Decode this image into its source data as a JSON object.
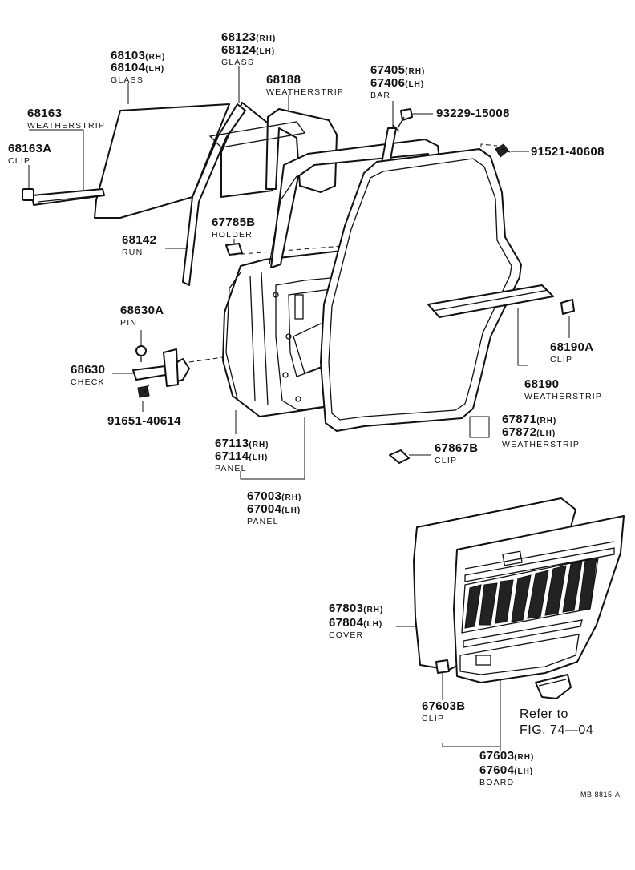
{
  "callouts": [
    {
      "id": "glass_main_rh",
      "number": "68103",
      "suffix": "(RH)"
    },
    {
      "id": "glass_main_lh",
      "number": "68104",
      "suffix": "(LH)",
      "name": "GLASS"
    },
    {
      "id": "glass_quarter_rh",
      "number": "68123",
      "suffix": "(RH)"
    },
    {
      "id": "glass_quarter_lh",
      "number": "68124",
      "suffix": "(LH)",
      "name": "GLASS"
    },
    {
      "id": "weatherstrip_68188",
      "number": "68188",
      "name": "WEATHERSTRIP"
    },
    {
      "id": "bar_rh",
      "number": "67405",
      "suffix": "(RH)"
    },
    {
      "id": "bar_lh",
      "number": "67406",
      "suffix": "(LH)",
      "name": "BAR"
    },
    {
      "id": "screw_93229",
      "number": "93229-15008"
    },
    {
      "id": "weatherstrip_68163",
      "number": "68163",
      "name": "WEATHERSTRIP"
    },
    {
      "id": "clip_68163a",
      "number": "68163A",
      "name": "CLIP"
    },
    {
      "id": "bolt_91521",
      "number": "91521-40608"
    },
    {
      "id": "holder_67785b",
      "number": "67785B",
      "name": "HOLDER"
    },
    {
      "id": "run_68142",
      "number": "68142",
      "name": "RUN"
    },
    {
      "id": "pin_68630a",
      "number": "68630A",
      "name": "PIN"
    },
    {
      "id": "clip_68190a",
      "number": "68190A",
      "name": "CLIP"
    },
    {
      "id": "check_68630",
      "number": "68630",
      "name": "CHECK"
    },
    {
      "id": "weatherstrip_68190",
      "number": "68190",
      "name": "WEATHERSTRIP"
    },
    {
      "id": "bolt_91651",
      "number": "91651-40614"
    },
    {
      "id": "ws_door_rh",
      "number": "67871",
      "suffix": "(RH)"
    },
    {
      "id": "ws_door_lh",
      "number": "67872",
      "suffix": "(LH)",
      "name": "WEATHERSTRIP"
    },
    {
      "id": "panel_inner_rh",
      "number": "67113",
      "suffix": "(RH)"
    },
    {
      "id": "panel_inner_lh",
      "number": "67114",
      "suffix": "(LH)",
      "name": "PANEL"
    },
    {
      "id": "clip_67867b",
      "number": "67867B",
      "name": "CLIP"
    },
    {
      "id": "panel_door_rh",
      "number": "67003",
      "suffix": "(RH)"
    },
    {
      "id": "panel_door_lh",
      "number": "67004",
      "suffix": "(LH)",
      "name": "PANEL"
    },
    {
      "id": "cover_rh",
      "number": "67803",
      "suffix": "(RH)"
    },
    {
      "id": "cover_lh",
      "number": "67804",
      "suffix": "(LH)",
      "name": "COVER"
    },
    {
      "id": "clip_67603b",
      "number": "67603B",
      "name": "CLIP"
    },
    {
      "id": "board_rh",
      "number": "67603",
      "suffix": "(RH)"
    },
    {
      "id": "board_lh",
      "number": "67604",
      "suffix": "(LH)",
      "name": "BOARD"
    }
  ],
  "refer_note": {
    "line1": "Refer to",
    "line2": "FIG. 74—04"
  },
  "sheet_code": "MB 8815-A"
}
